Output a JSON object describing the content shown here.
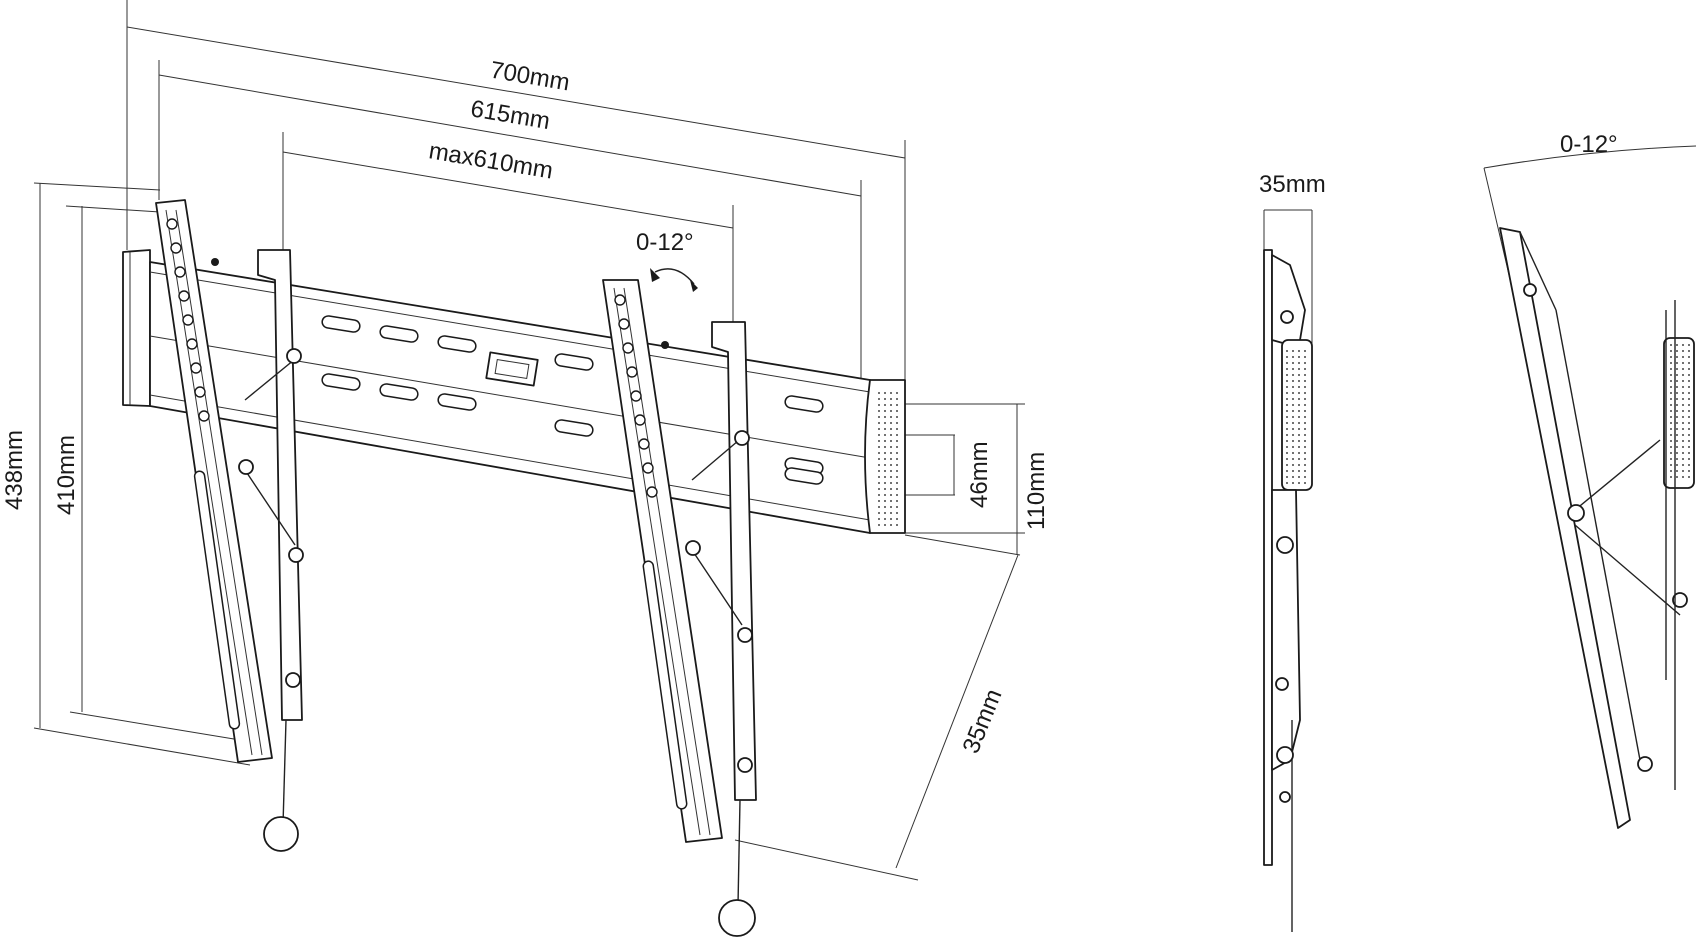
{
  "dimensions": {
    "width_total": "700mm",
    "width_615": "615mm",
    "width_max": "max610mm",
    "height_total": "438mm",
    "height_inner": "410mm",
    "rail_height": "110mm",
    "slot_height": "46mm",
    "depth_front": "35mm",
    "depth_side": "35mm"
  },
  "tilt": {
    "front_label": "0-12°",
    "side_label": "0-12°"
  }
}
